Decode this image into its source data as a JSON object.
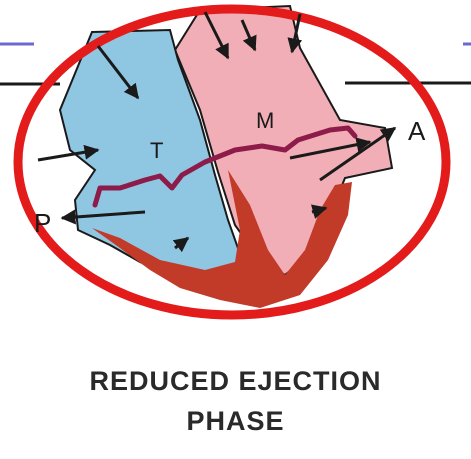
{
  "diagram": {
    "caption_line1": "REDUCED EJECTION",
    "caption_line2": "PHASE",
    "labels": {
      "tricuspid": "T",
      "mitral": "M",
      "aorta": "A",
      "pulmonary": "P"
    },
    "colors": {
      "ring": "#e41b1b",
      "right_heart": "#8fc6e2",
      "left_heart": "#f2aeb6",
      "myocardium": "#c23a28",
      "valve_line": "#8e1c4a",
      "arrows": "#1a1a1a",
      "border_accent": "#6a6ad0"
    },
    "icons": [
      "flow-arrow-icon"
    ]
  }
}
